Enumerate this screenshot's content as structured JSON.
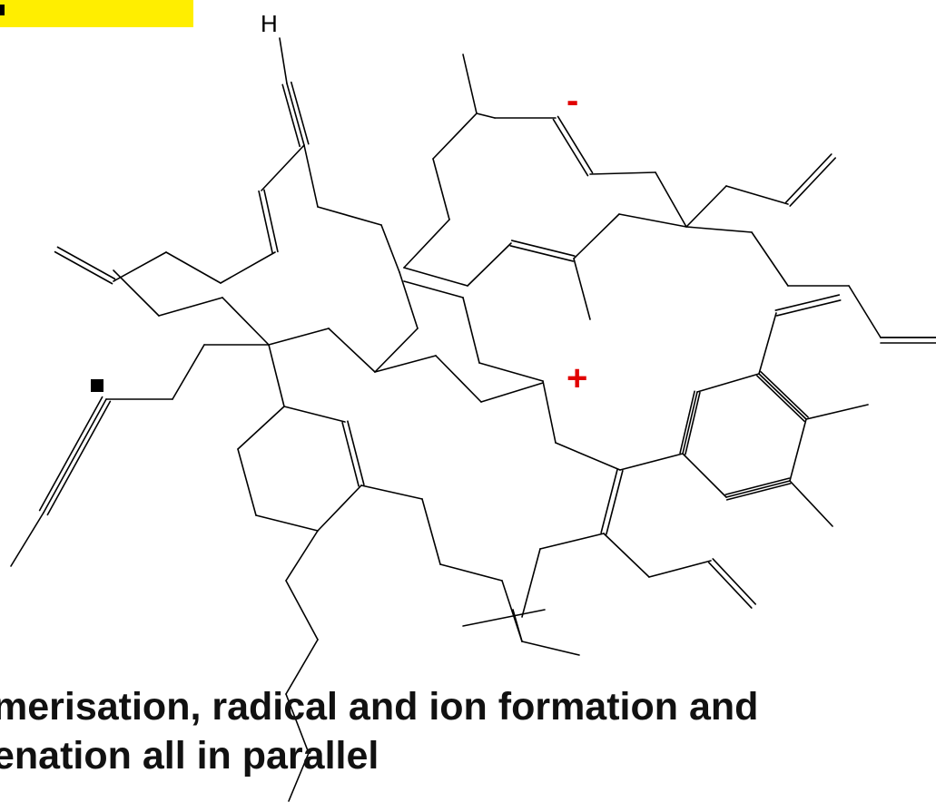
{
  "highlight_color": "#ffee00",
  "charge_color": "#e10000",
  "atoms": {
    "hydrogen": "H"
  },
  "charges": {
    "anion": "-",
    "cation": "+"
  },
  "caption": {
    "line1": "merisation, radical and ion formation and",
    "line2": "enation all in parallel"
  }
}
